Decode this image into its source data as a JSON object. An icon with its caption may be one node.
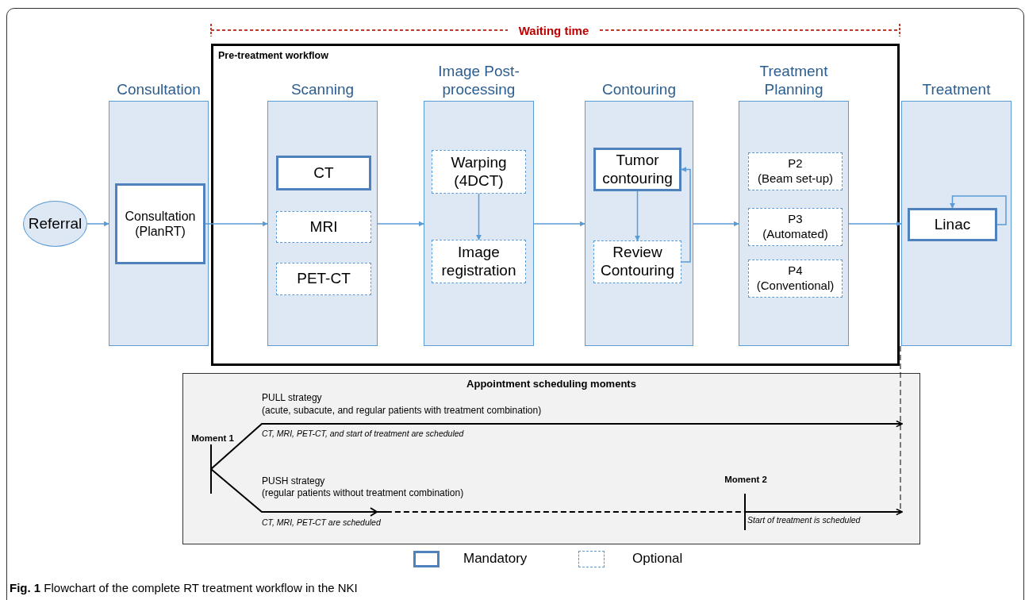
{
  "diagram": {
    "caption": "**Fig. 1** Flowchart of the complete RT treatment workflow in the NKI",
    "nodes": [
      {
        "text": [
          "Referral"
        ]
      },
      {
        "text": [
          "Consultation"
        ]
      },
      {
        "text": [
          "Consultation (PlanRT)"
        ],
        "in": 1
      },
      {
        "text": [
          "Pre-treatment workflow"
        ]
      },
      {
        "text": [
          "Scanning"
        ],
        "in": 3
      },
      {
        "text": [
          "CT"
        ],
        "in": 4
      },
      {
        "text": [
          "MRI"
        ],
        "in": 4
      },
      {
        "text": [
          "PET-CT"
        ],
        "in": 4
      },
      {
        "text": [
          "Image Post-processing"
        ],
        "in": 3
      },
      {
        "text": [
          "Warping (4DCT)"
        ],
        "in": 8
      },
      {
        "text": [
          "Image registration"
        ],
        "in": 8
      },
      {
        "text": [
          "Contouring"
        ],
        "in": 3
      },
      {
        "text": [
          "Tumor contouring"
        ],
        "in": 11
      },
      {
        "text": [
          "Review Contouring"
        ],
        "in": 11
      },
      {
        "text": [
          "Treatment Planning"
        ],
        "in": 3
      },
      {
        "text": [
          "P2",
          "(Beam set-up)"
        ],
        "in": 14
      },
      {
        "text": [
          "P3",
          "(Automated)"
        ],
        "in": 14
      },
      {
        "text": [
          "P4",
          "(Conventional)"
        ],
        "in": 14
      },
      {
        "text": [
          "Treatment"
        ]
      },
      {
        "text": [
          "Linac"
        ],
        "in": 18
      },
      {
        "text": [
          "Appointment scheduling moments"
        ]
      },
      {
        "text": [
          "Moment 1"
        ],
        "in": 20
      },
      {
        "text": [
          "Moment 2"
        ],
        "in": 20
      }
    ],
    "edges": [
      {
        "from": 0,
        "to": 1,
        "arrow": "to"
      },
      {
        "from": 2,
        "to": 4,
        "arrow": "to"
      },
      {
        "from": 4,
        "to": 8,
        "arrow": "to"
      },
      {
        "from": 8,
        "to": 11,
        "arrow": "to"
      },
      {
        "from": 11,
        "to": 14,
        "arrow": "to"
      },
      {
        "from": 14,
        "to": 18,
        "arrow": "to"
      },
      {
        "from": 9,
        "to": 10,
        "arrow": "to"
      },
      {
        "from": 12,
        "to": 13,
        "arrow": "to"
      },
      {
        "from": 13,
        "to": 12,
        "arrow": "to"
      },
      {
        "from": 19,
        "to": 19,
        "arrow": "to"
      },
      {
        "from": 21,
        "to": null,
        "arrow": "to",
        "color": "#000000"
      },
      {
        "from": 21,
        "to": 22,
        "arrow": "to",
        "label": "CT, MRI, PET-CT are scheduled",
        "style": "dashed",
        "color": "#000000"
      },
      {
        "from": 22,
        "to": null,
        "arrow": "to",
        "color": "#000000"
      },
      {
        "from": 18,
        "to": null,
        "arrow": "none",
        "style": "dashed",
        "color": "#000000"
      }
    ],
    "labels": [
      "Waiting time",
      "PULL strategy",
      "(acute, subacute, and regular patients with treatment combination)",
      "CT, MRI, PET-CT, and start of treatment are scheduled",
      "PUSH strategy",
      "(regular patients without treatment combination)",
      "Start of treatment is scheduled"
    ],
    "legend": [
      {
        "text": "Mandatory"
      },
      {
        "text": "Optional"
      }
    ]
  }
}
